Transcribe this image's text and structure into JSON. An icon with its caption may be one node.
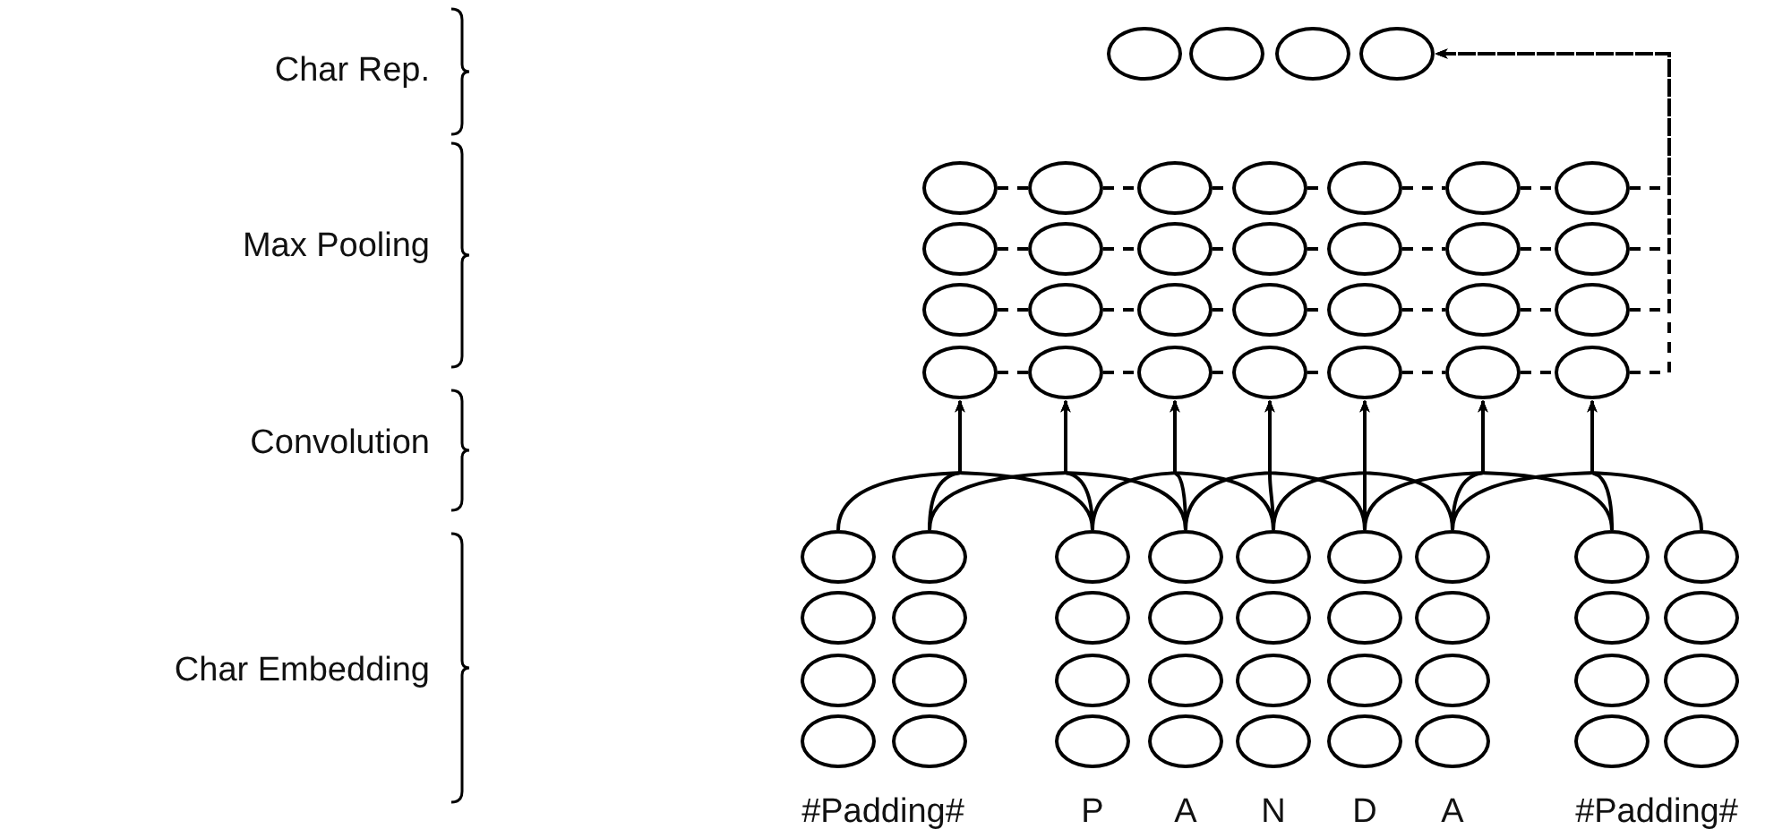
{
  "diagram": {
    "nodes": [
      {
        "text": [],
        "shape": "circle"
      },
      {
        "text": [],
        "shape": "circle"
      },
      {
        "text": [],
        "shape": "circle"
      },
      {
        "text": [],
        "shape": "circle"
      },
      {
        "text": [],
        "shape": "circle"
      },
      {
        "text": [],
        "shape": "circle"
      },
      {
        "text": [],
        "shape": "circle"
      },
      {
        "text": [],
        "shape": "circle"
      },
      {
        "text": [],
        "shape": "circle"
      },
      {
        "text": [],
        "shape": "circle"
      },
      {
        "text": [],
        "shape": "circle"
      },
      {
        "text": [],
        "shape": "circle"
      },
      {
        "text": [],
        "shape": "circle"
      },
      {
        "text": [],
        "shape": "circle"
      },
      {
        "text": [],
        "shape": "circle"
      },
      {
        "text": [],
        "shape": "circle"
      },
      {
        "text": [],
        "shape": "circle"
      },
      {
        "text": [],
        "shape": "circle"
      },
      {
        "text": [],
        "shape": "circle"
      },
      {
        "text": [],
        "shape": "circle"
      },
      {
        "text": [],
        "shape": "circle"
      },
      {
        "text": [],
        "shape": "circle"
      },
      {
        "text": [],
        "shape": "circle"
      },
      {
        "text": [],
        "shape": "circle"
      },
      {
        "text": [],
        "shape": "circle"
      },
      {
        "text": [],
        "shape": "circle"
      },
      {
        "text": [],
        "shape": "circle"
      },
      {
        "text": [],
        "shape": "circle"
      },
      {
        "text": [],
        "shape": "circle"
      },
      {
        "text": [],
        "shape": "circle"
      },
      {
        "text": [],
        "shape": "circle"
      },
      {
        "text": [],
        "shape": "circle"
      },
      {
        "text": [],
        "shape": "circle"
      },
      {
        "text": [],
        "shape": "circle"
      },
      {
        "text": [],
        "shape": "circle"
      },
      {
        "text": [],
        "shape": "circle"
      },
      {
        "text": [],
        "shape": "circle"
      },
      {
        "text": [],
        "shape": "circle"
      },
      {
        "text": [],
        "shape": "circle"
      },
      {
        "text": [],
        "shape": "circle"
      },
      {
        "text": [],
        "shape": "circle"
      },
      {
        "text": [],
        "shape": "circle"
      },
      {
        "text": [],
        "shape": "circle"
      },
      {
        "text": [],
        "shape": "circle"
      },
      {
        "text": [],
        "shape": "circle"
      },
      {
        "text": [],
        "shape": "circle"
      },
      {
        "text": [],
        "shape": "circle"
      },
      {
        "text": [],
        "shape": "circle"
      },
      {
        "text": [],
        "shape": "circle"
      },
      {
        "text": [],
        "shape": "circle"
      },
      {
        "text": [],
        "shape": "circle"
      },
      {
        "text": [],
        "shape": "circle"
      },
      {
        "text": [],
        "shape": "circle"
      },
      {
        "text": [],
        "shape": "circle"
      },
      {
        "text": [],
        "shape": "circle"
      },
      {
        "text": [],
        "shape": "circle"
      },
      {
        "text": [],
        "shape": "circle"
      },
      {
        "text": [],
        "shape": "circle"
      },
      {
        "text": [],
        "shape": "circle"
      },
      {
        "text": [],
        "shape": "circle"
      },
      {
        "text": [],
        "shape": "circle"
      },
      {
        "text": [],
        "shape": "circle"
      },
      {
        "text": [],
        "shape": "circle"
      },
      {
        "text": [],
        "shape": "circle"
      },
      {
        "text": [],
        "shape": "circle"
      },
      {
        "text": [],
        "shape": "circle"
      },
      {
        "text": [],
        "shape": "circle"
      },
      {
        "text": [],
        "shape": "circle"
      }
    ],
    "edges": [
      {
        "from": 32,
        "to": 25,
        "arrow": "to"
      },
      {
        "from": 33,
        "to": 25,
        "arrow": "to"
      },
      {
        "from": 34,
        "to": 25,
        "arrow": "to"
      },
      {
        "from": 33,
        "to": 26,
        "arrow": "to"
      },
      {
        "from": 34,
        "to": 26,
        "arrow": "to"
      },
      {
        "from": 35,
        "to": 26,
        "arrow": "to"
      },
      {
        "from": 34,
        "to": 27,
        "arrow": "to"
      },
      {
        "from": 35,
        "to": 27,
        "arrow": "to"
      },
      {
        "from": 36,
        "to": 27,
        "arrow": "to"
      },
      {
        "from": 35,
        "to": 28,
        "arrow": "to"
      },
      {
        "from": 36,
        "to": 28,
        "arrow": "to"
      },
      {
        "from": 37,
        "to": 28,
        "arrow": "to"
      },
      {
        "from": 36,
        "to": 29,
        "arrow": "to"
      },
      {
        "from": 37,
        "to": 29,
        "arrow": "to"
      },
      {
        "from": 38,
        "to": 29,
        "arrow": "to"
      },
      {
        "from": 37,
        "to": 30,
        "arrow": "to"
      },
      {
        "from": 38,
        "to": 30,
        "arrow": "to"
      },
      {
        "from": 39,
        "to": 30,
        "arrow": "to"
      },
      {
        "from": 38,
        "to": 31,
        "arrow": "to"
      },
      {
        "from": 39,
        "to": 31,
        "arrow": "to"
      },
      {
        "from": 40,
        "to": 31,
        "arrow": "to"
      },
      {
        "from": 10,
        "to": 3,
        "arrow": "to",
        "style": "dashed"
      },
      {
        "from": 17,
        "to": 3,
        "arrow": "to",
        "style": "dashed"
      },
      {
        "from": 24,
        "to": 3,
        "arrow": "to",
        "style": "dashed"
      },
      {
        "from": 31,
        "to": 3,
        "arrow": "to",
        "style": "dashed"
      },
      {
        "from": 4,
        "to": 5,
        "arrow": "none",
        "style": "dashed"
      },
      {
        "from": 5,
        "to": 6,
        "arrow": "none",
        "style": "dashed"
      },
      {
        "from": 6,
        "to": 7,
        "arrow": "none",
        "style": "dashed"
      },
      {
        "from": 7,
        "to": 8,
        "arrow": "none",
        "style": "dashed"
      },
      {
        "from": 8,
        "to": 9,
        "arrow": "none",
        "style": "dashed"
      },
      {
        "from": 9,
        "to": 10,
        "arrow": "none",
        "style": "dashed"
      },
      {
        "from": 11,
        "to": 12,
        "arrow": "none",
        "style": "dashed"
      },
      {
        "from": 12,
        "to": 13,
        "arrow": "none",
        "style": "dashed"
      },
      {
        "from": 13,
        "to": 14,
        "arrow": "none",
        "style": "dashed"
      },
      {
        "from": 14,
        "to": 15,
        "arrow": "none",
        "style": "dashed"
      },
      {
        "from": 15,
        "to": 16,
        "arrow": "none",
        "style": "dashed"
      },
      {
        "from": 16,
        "to": 17,
        "arrow": "none",
        "style": "dashed"
      },
      {
        "from": 18,
        "to": 19,
        "arrow": "none",
        "style": "dashed"
      },
      {
        "from": 19,
        "to": 20,
        "arrow": "none",
        "style": "dashed"
      },
      {
        "from": 20,
        "to": 21,
        "arrow": "none",
        "style": "dashed"
      },
      {
        "from": 21,
        "to": 22,
        "arrow": "none",
        "style": "dashed"
      },
      {
        "from": 22,
        "to": 23,
        "arrow": "none",
        "style": "dashed"
      },
      {
        "from": 23,
        "to": 24,
        "arrow": "none",
        "style": "dashed"
      },
      {
        "from": 25,
        "to": 26,
        "arrow": "none",
        "style": "dashed"
      },
      {
        "from": 26,
        "to": 27,
        "arrow": "none",
        "style": "dashed"
      },
      {
        "from": 27,
        "to": 28,
        "arrow": "none",
        "style": "dashed"
      },
      {
        "from": 28,
        "to": 29,
        "arrow": "none",
        "style": "dashed"
      },
      {
        "from": 29,
        "to": 30,
        "arrow": "none",
        "style": "dashed"
      },
      {
        "from": 30,
        "to": 31,
        "arrow": "none",
        "style": "dashed"
      }
    ],
    "labels": [
      "Char Rep.",
      "Max Pooling",
      "Convolution",
      "Char Embedding",
      "#Padding#",
      "P",
      "A",
      "N",
      "D",
      "A",
      "#Padding#"
    ]
  }
}
